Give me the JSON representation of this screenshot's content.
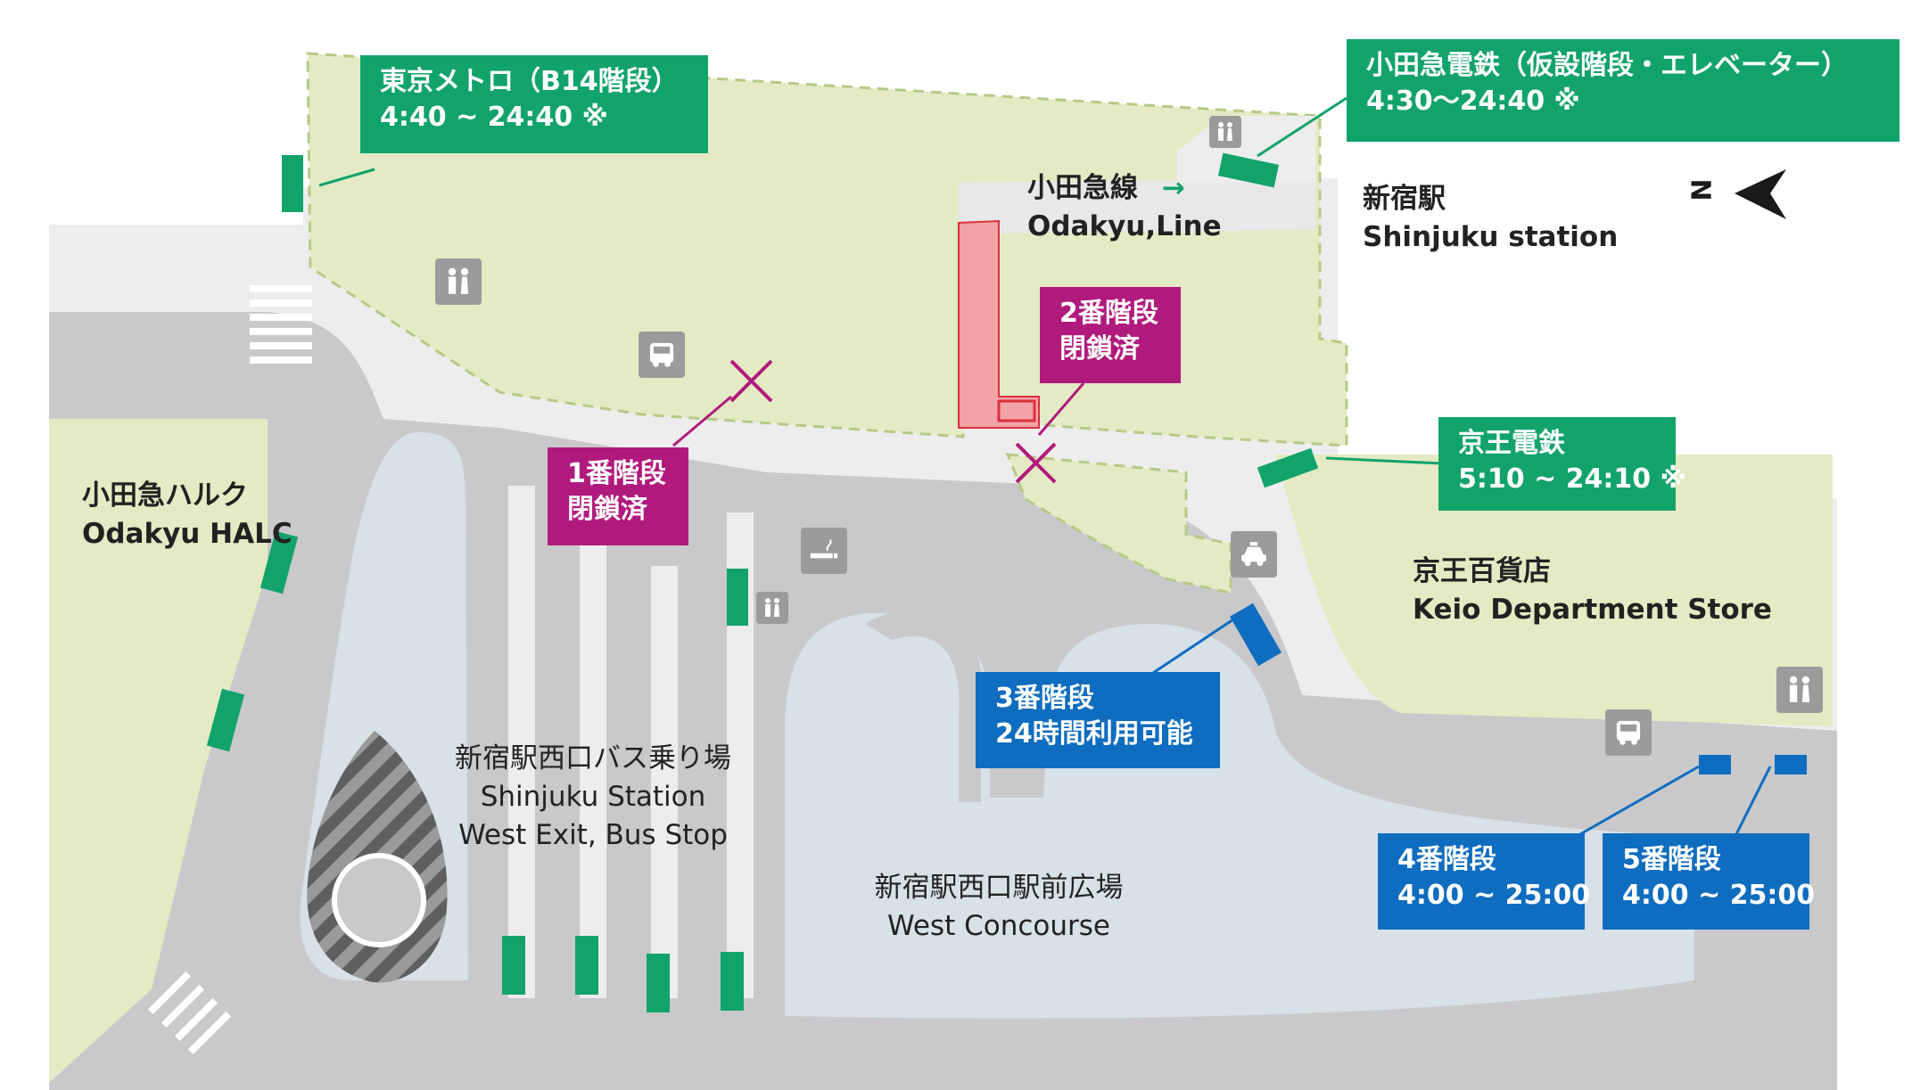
{
  "stairs": {
    "metro": {
      "line1": "東京メトロ（B14階段）",
      "line2": "4:40 ~ 24:40 ※"
    },
    "odakyu": {
      "line1": "小田急電鉄（仮設階段・エレベーター）",
      "line2": "4:30〜24:40 ※"
    },
    "keio": {
      "line1": "京王電鉄",
      "line2": "5:10 ~ 24:10 ※"
    },
    "stair1": {
      "line1": "1番階段",
      "line2": "閉鎖済"
    },
    "stair2": {
      "line1": "2番階段",
      "line2": "閉鎖済"
    },
    "stair3": {
      "line1": "3番階段",
      "line2": "24時間利用可能"
    },
    "stair4": {
      "line1": "4番階段",
      "line2": "4:00 ~ 25:00"
    },
    "stair5": {
      "line1": "5番階段",
      "line2": "4:00 ~ 25:00"
    }
  },
  "places": {
    "odakyu_line": {
      "ja": "小田急線",
      "en": "Odakyu,Line",
      "arrow": "→"
    },
    "shinjuku_station": {
      "ja": "新宿駅",
      "en": "Shinjuku station"
    },
    "odakyu_halc": {
      "ja": "小田急ハルク",
      "en": "Odakyu HALC"
    },
    "keio_dept": {
      "ja": "京王百貨店",
      "en": "Keio Department Store"
    },
    "bus_stop": {
      "ja": "新宿駅西口バス乗り場",
      "en1": "Shinjuku Station",
      "en2": "West Exit, Bus Stop"
    },
    "west_concourse": {
      "ja": "新宿駅西口駅前広場",
      "en": "West Concourse"
    }
  },
  "compass": {
    "letter": "N"
  },
  "icons": [
    "restroom-icon",
    "bus-icon",
    "smoking-icon",
    "taxi-icon",
    "north-arrow-icon"
  ],
  "colors": {
    "green_label": "#12a36b",
    "magenta_label": "#b11a7d",
    "blue_label": "#0f6dbf",
    "building": "#e4ebc4",
    "road": "#c9c9cb",
    "sidewalk": "#ededed",
    "plaza": "#d7e1e8",
    "closed_stair": "#f2a3a8"
  }
}
